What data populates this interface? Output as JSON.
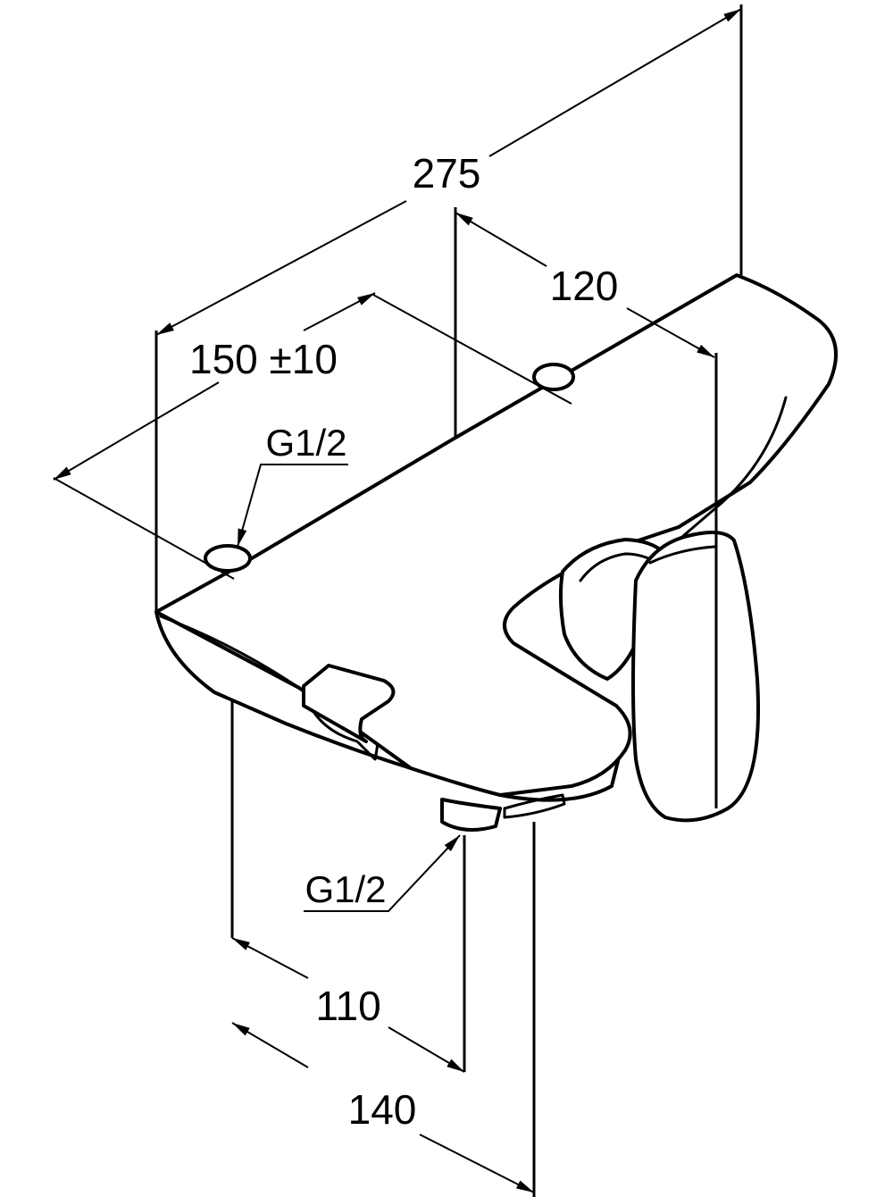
{
  "drawing": {
    "subject": "single-lever bath mixer, dimensioned isometric view",
    "dimensions": {
      "overall_width": "275",
      "inlet_spacing": "150 ±10",
      "depth_to_lever": "120",
      "depth_spout": "110",
      "depth_outlet": "140"
    },
    "threads": {
      "inlet_thread": "G1/2",
      "outlet_thread": "G1/2"
    },
    "line_color": "#000000",
    "background_color": "#ffffff"
  }
}
